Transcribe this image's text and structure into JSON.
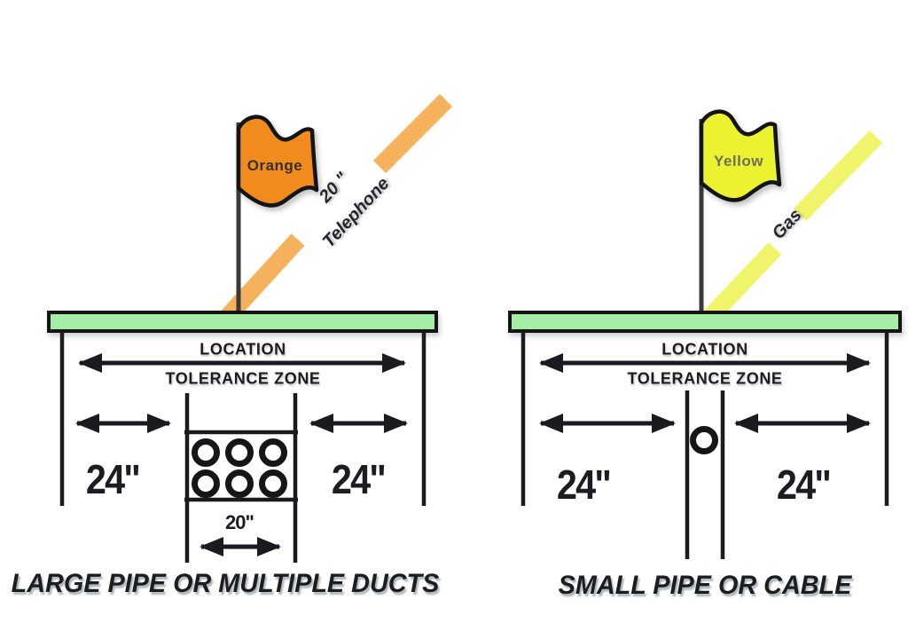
{
  "colors": {
    "flag_orange": "#F18B1E",
    "stripe_orange": "#F5B15C",
    "flag_yellow": "#EBF22F",
    "stripe_yellow": "#EFF46A",
    "surface_green": "#A5ECA5",
    "ink": "#1b1b1f"
  },
  "left_diagram": {
    "flag_label": "Orange",
    "stripe_size_label": "20 \"",
    "stripe_utility_label": "Telephone",
    "zone_label_top": "LOCATION",
    "zone_label_bottom": "TOLERANCE ZONE",
    "left_offset_label": "24\"",
    "right_offset_label": "24\"",
    "duct_width_label": "20\"",
    "caption": "LARGE PIPE OR MULTIPLE DUCTS"
  },
  "right_diagram": {
    "flag_label": "Yellow",
    "stripe_utility_label": "Gas",
    "zone_label_top": "LOCATION",
    "zone_label_bottom": "TOLERANCE ZONE",
    "left_offset_label": "24\"",
    "right_offset_label": "24\"",
    "caption": "SMALL PIPE OR CABLE"
  }
}
